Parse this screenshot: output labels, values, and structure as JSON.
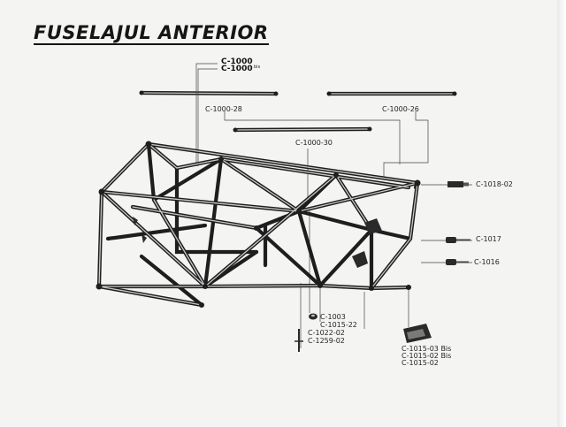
{
  "title": "FUSELAJUL ANTERIOR",
  "callouts": {
    "c1000": "C-1000",
    "c1000_bis": "C-1000",
    "bis_suffix": "bis",
    "c1000_28": "C-1000-28",
    "c1000_26": "C-1000-26",
    "c1000_30": "C-1000-30",
    "c1018_02": "C-1018-02",
    "c1017": "C-1017",
    "c1016": "C-1016",
    "c1003": "C-1003",
    "c1015_22": "C-1015-22",
    "c1022_02": "C-1022-02",
    "c1259_02": "C-1259-02",
    "c1015_03": "C-1015-03 Bis",
    "c1015_02bis": "C-1015-02 Bis",
    "c1015_02": "C-1015-02"
  }
}
